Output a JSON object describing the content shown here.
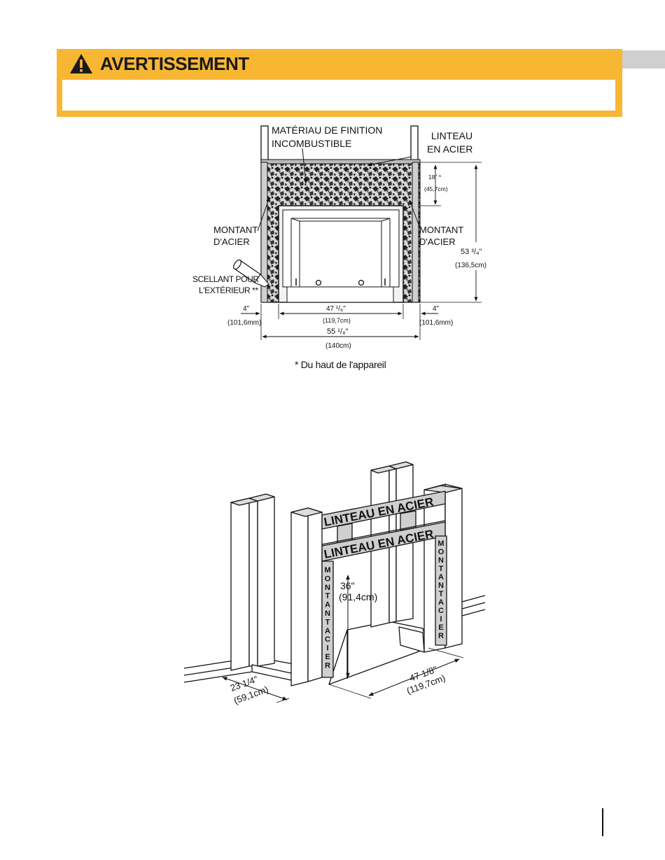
{
  "warning": {
    "title": "AVERTISSEMENT",
    "body": "",
    "color": "#f7b733"
  },
  "figure1": {
    "finish_material_line1": "MATÉRIAU DE FINITION",
    "finish_material_line2": "INCOMBUSTIBLE",
    "lintel_line1": "LINTEAU",
    "lintel_line2": "EN ACIER",
    "height_from_top_a": "18\" *",
    "height_from_top_b": "(45,7cm)",
    "stud_left_line1": "MONTANT",
    "stud_left_line2": "D'ACIER",
    "stud_right_line1": "MONTANT",
    "stud_right_line2": "D'ACIER",
    "total_height_a": "53 ³/₄\"",
    "total_height_b": "(136,5cm)",
    "sealant_line1": "SCELLANT POUR",
    "sealant_line2": "L'EXTÉRIEUR **",
    "side_left_a": "4\"",
    "side_left_b": "(101,6mm)",
    "side_right_a": "4\"",
    "side_right_b": "(101,6mm)",
    "inner_width_a": "47 ¹/₈\"",
    "inner_width_b": "(119,7cm)",
    "outer_width_a": "55 ¹/₈\"",
    "outer_width_b": "(140cm)",
    "footnote": "* Du haut de l'appareil"
  },
  "figure2": {
    "lintel_top": "LINTEAU EN ACIER",
    "lintel_bottom": "LINTEAU EN ACIER",
    "stud_left_letters": [
      "M",
      "O",
      "N",
      "T",
      "A",
      "N",
      "T",
      "A",
      "C",
      "I",
      "E",
      "R"
    ],
    "stud_right_letters": [
      "M",
      "O",
      "N",
      "T",
      "A",
      "N",
      "T",
      "A",
      "C",
      "I",
      "E",
      "R"
    ],
    "height_a": "36\"",
    "height_b": "(91,4cm)",
    "depth_a": "23 1/4\"",
    "depth_b": "(59,1cm)",
    "width_a": "47 1/8\"",
    "width_b": "(119,7cm)"
  }
}
